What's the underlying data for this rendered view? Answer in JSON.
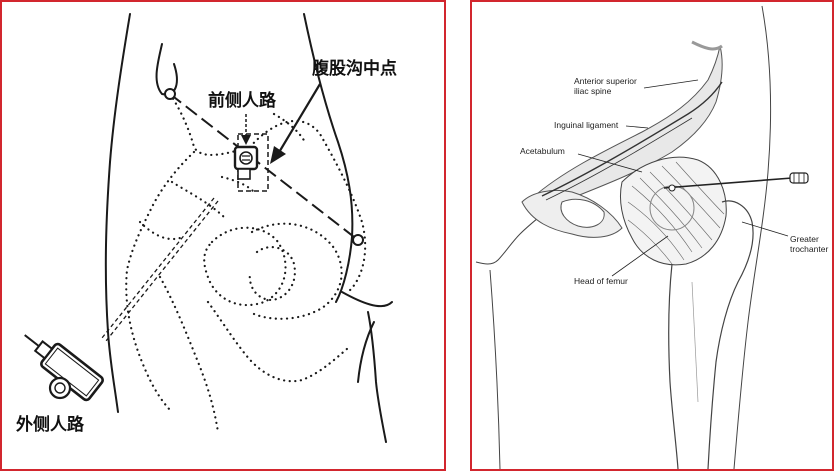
{
  "left_panel": {
    "labels": {
      "inguinal_midpoint": "腹股沟中点",
      "anterior_approach": "前侧人路",
      "lateral_approach": "外侧人路"
    }
  },
  "right_panel": {
    "labels": {
      "asis_line1": "Anterior superior",
      "asis_line2": "iliac spine",
      "inguinal_ligament": "Inguinal ligament",
      "acetabulum": "Acetabulum",
      "greater_trochanter_line1": "Greater",
      "greater_trochanter_line2": "trochanter",
      "head_of_femur": "Head of femur"
    }
  },
  "colors": {
    "panel_border": "#d2262e",
    "ink": "#1a1a1a"
  }
}
